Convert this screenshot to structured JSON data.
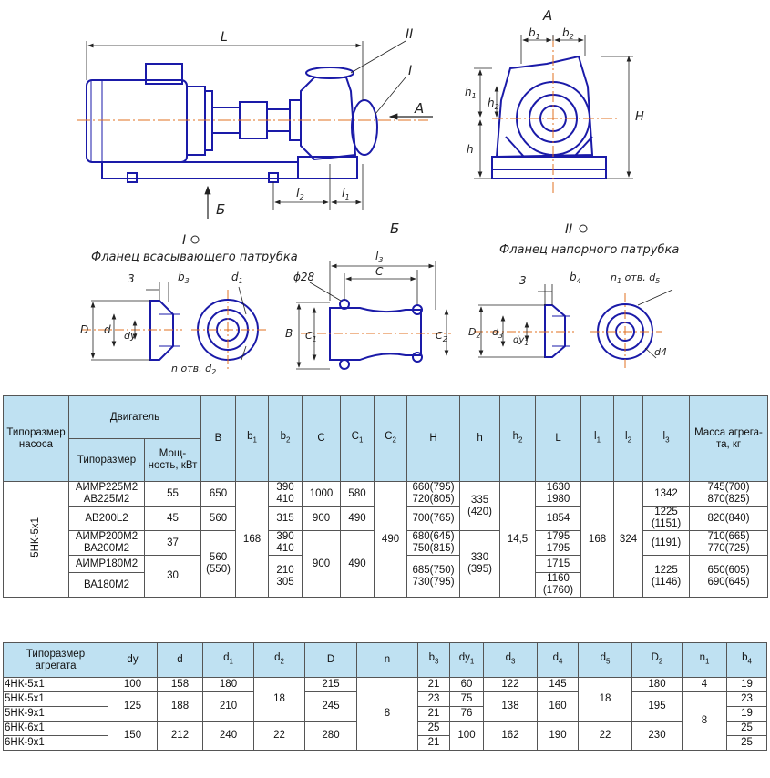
{
  "drawing": {
    "view_main_dims": {
      "L": "L",
      "l1": "l",
      "l1_sub": "1",
      "l2": "l",
      "l2_sub": "2",
      "arrow_A": "A",
      "arrow_B": "Б",
      "callout_I": "I",
      "callout_II": "II"
    },
    "view_A": {
      "title": "A",
      "b1": "b",
      "b1_sub": "1",
      "b2": "b",
      "b2_sub": "2",
      "h1": "h",
      "h1_sub": "1",
      "h2": "h",
      "h2_sub": "2",
      "h": "h",
      "H": "H"
    },
    "detail_I": {
      "label": "I",
      "caption": "Фланец всасывающего патрубка",
      "dim_3": "3",
      "b3": "b",
      "b3_sub": "3",
      "d1": "d",
      "d1_sub": "1",
      "D": "D",
      "d": "d",
      "dy": "dy",
      "holes": "n отв. d",
      "holes_sub": "2"
    },
    "view_B": {
      "title": "Б",
      "l3": "l",
      "l3_sub": "3",
      "C": "C",
      "phi": "ϕ28",
      "B": "B",
      "C1": "C",
      "C1_sub": "1",
      "C2": "C",
      "C2_sub": "2"
    },
    "detail_II": {
      "label": "II",
      "caption": "Фланец напорного патрубка",
      "dim_3": "3",
      "b4": "b",
      "b4_sub": "4",
      "holes": "n",
      "holes_sub": "1",
      "holes_text": " отв. d",
      "holes_sub2": "5",
      "D2": "D",
      "D2_sub": "2",
      "d3": "d",
      "d3_sub": "3",
      "dy1": "dy",
      "dy1_sub": "1",
      "d4": "d4"
    }
  },
  "table1": {
    "headers": {
      "pump_type": "Типоразмер насоса",
      "motor": "Двигатель",
      "motor_type": "Типоразмер",
      "motor_power": "Мощ-\nность, кВт",
      "B": "B",
      "b1": "b",
      "b1_sub": "1",
      "b2": "b",
      "b2_sub": "2",
      "C": "C",
      "C1": "C",
      "C1_sub": "1",
      "C2": "C",
      "C2_sub": "2",
      "H": "H",
      "h": "h",
      "h2": "h",
      "h2_sub": "2",
      "L": "L",
      "l1": "l",
      "l1_sub": "1",
      "l2": "l",
      "l2_sub": "2",
      "l3": "l",
      "l3_sub": "3",
      "mass": "Масса агрега-\nта, кг"
    },
    "pump": "5НК-5х1",
    "rows": [
      {
        "motor": "АИМР225М2\nАВ225М2",
        "power": "55",
        "B": "650",
        "b2": "390\n410",
        "C": "1000",
        "C1": "580",
        "H": "660(795)\n720(805)",
        "L": "1630\n1980",
        "l3": "1342",
        "mass": "745(700)\n870(825)"
      },
      {
        "motor": "АВ200L2",
        "power": "45",
        "B": "560",
        "b2": "315",
        "C": "900",
        "C1": "490",
        "H": "700(765)",
        "L": "1854",
        "l3": "1225\n(1151)",
        "mass": "820(840)"
      },
      {
        "motor": "АИМР200М2\nВА200М2",
        "power": "37",
        "b2": "390\n410",
        "H": "680(645)\n750(815)",
        "L": "1795\n1795",
        "l3": "(1191)",
        "mass": "710(665)\n770(725)"
      },
      {
        "motor": "АИМР180М2",
        "L": "1715"
      },
      {
        "motor": "ВА180М2",
        "b2": "210\n305",
        "H": "685(750)\n730(795)",
        "L": "1160\n(1760)",
        "l3": "1225\n(1146)",
        "mass": "650(605)\n690(645)"
      }
    ],
    "merged": {
      "b1": "168",
      "C2": "490",
      "h_top": "335\n(420)",
      "h_bottom": "330\n(395)",
      "h2": "14,5",
      "l1": "168",
      "l2": "324",
      "B_bottom": "560\n(550)",
      "power_bottom": "30",
      "C_bottom": "900",
      "C1_bottom": "490"
    }
  },
  "table2": {
    "headers": {
      "type": "Типоразмер агрегата",
      "dy": "dy",
      "d": "d",
      "d1": "d",
      "d1_sub": "1",
      "d2": "d",
      "d2_sub": "2",
      "D": "D",
      "n": "n",
      "b3": "b",
      "b3_sub": "3",
      "dy1": "dy",
      "dy1_sub": "1",
      "d3": "d",
      "d3_sub": "3",
      "d4": "d",
      "d4_sub": "4",
      "d5": "d",
      "d5_sub": "5",
      "D2": "D",
      "D2_sub": "2",
      "n1": "n",
      "n1_sub": "1",
      "b4": "b",
      "b4_sub": "4"
    },
    "rows": [
      {
        "type": "4НК-5х1",
        "dy": "100",
        "d": "158",
        "d1": "180",
        "D": "215",
        "b3": "21",
        "dy1": "60",
        "d3": "122",
        "d4": "145",
        "D2": "180",
        "n1": "4",
        "b4": "19"
      },
      {
        "type": "5НК-5х1",
        "b3": "23",
        "dy1": "75",
        "b4": "23"
      },
      {
        "type": "5НК-9х1",
        "b3": "21",
        "dy1": "76",
        "b4": "19"
      },
      {
        "type": "6НК-6х1",
        "b3": "25",
        "b4": "25"
      },
      {
        "type": "6НК-9х1",
        "b3": "21",
        "b4": "25"
      }
    ],
    "merged": {
      "dy_5": "125",
      "d_5": "188",
      "d1_5": "210",
      "d2_45": "18",
      "D_5": "245",
      "n": "8",
      "d3_5": "138",
      "d4_5": "160",
      "d5_45": "18",
      "D2_5": "195",
      "n1_56": "8",
      "dy_6": "150",
      "d_6": "212",
      "d1_6": "240",
      "d2_6": "22",
      "D_6": "280",
      "dy1_6": "100",
      "d3_6": "162",
      "d4_6": "190",
      "d5_6": "22",
      "D2_6": "230"
    }
  },
  "colors": {
    "header_bg": "#bfe1f2",
    "part_blue": "#1a1aa8",
    "centerline": "#e07020",
    "line": "#222"
  }
}
